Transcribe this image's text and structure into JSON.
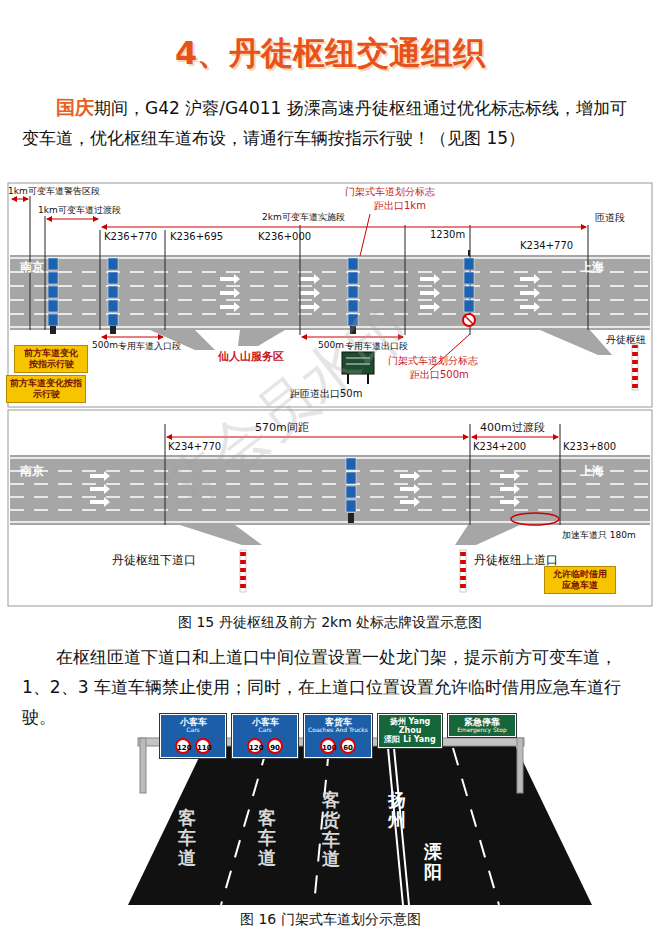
{
  "diagram": {
    "title": "4、丹徒枢纽交通组织",
    "caption": "图 16 门架式车道划分示意图",
    "nodes": [
      {
        "text": [
          "前方车道变化 按指示行驶"
        ]
      },
      {
        "text": [
          "前方车道变化按指示行驶"
        ]
      },
      {
        "text": [
          "允许临时借用 应急车道"
        ]
      },
      {
        "text": [
          "小客车",
          "Cars",
          "120",
          "110"
        ]
      },
      {
        "text": [
          "小客车",
          "Cars",
          "120",
          "90"
        ]
      },
      {
        "text": [
          "客货车",
          "Coaches And Trucks",
          "100",
          "60"
        ]
      },
      {
        "text": [
          "扬州 Yang Zhou",
          "溧阳 Li Yang"
        ]
      },
      {
        "text": [
          "紧急停靠",
          "Emergency Stop"
        ]
      }
    ],
    "labels": [
      "国庆",
      "期间，G42 沪蓉/G4011 扬溧高速丹徒枢纽通过优化标志标线，增加可变车道，优化枢纽车道布设，请通行车辆按指示行驶！（见图 15）",
      "1km可变车道警告区段",
      "1km可变车道过渡段",
      "2km可变车道实施段",
      "门架式车道划分标志",
      "距出口1km",
      "匝道段",
      "K236+770",
      "K236+695",
      "K236+000",
      "1230m",
      "K234+770",
      "南京",
      "上海",
      "500m",
      "专用车道入口段",
      "仙人山服务区",
      "500m",
      "专用车道出口段",
      "门架式车道划分标志",
      "距出口500m",
      "距匝道出口50m",
      "丹徒枢纽",
      "570m间距",
      "400m过渡段",
      "K234+770",
      "K234+200",
      "K233+800",
      "南京",
      "上海",
      "加速车道只 180m",
      "丹徒枢纽下道口",
      "丹徒枢纽上道口",
      "图 15 丹徒枢纽及前方 2km 处标志牌设置示意图",
      "在枢纽匝道下道口和上道口中间位置设置一处龙门架，提示前方可变车道，1、2、3 车道车辆禁止使用；同时，在上道口位置设置允许临时借用应急车道行驶。",
      "客车道",
      "客车道",
      "客货车道",
      "扬州",
      "溧阳",
      "非会员水印"
    ]
  }
}
